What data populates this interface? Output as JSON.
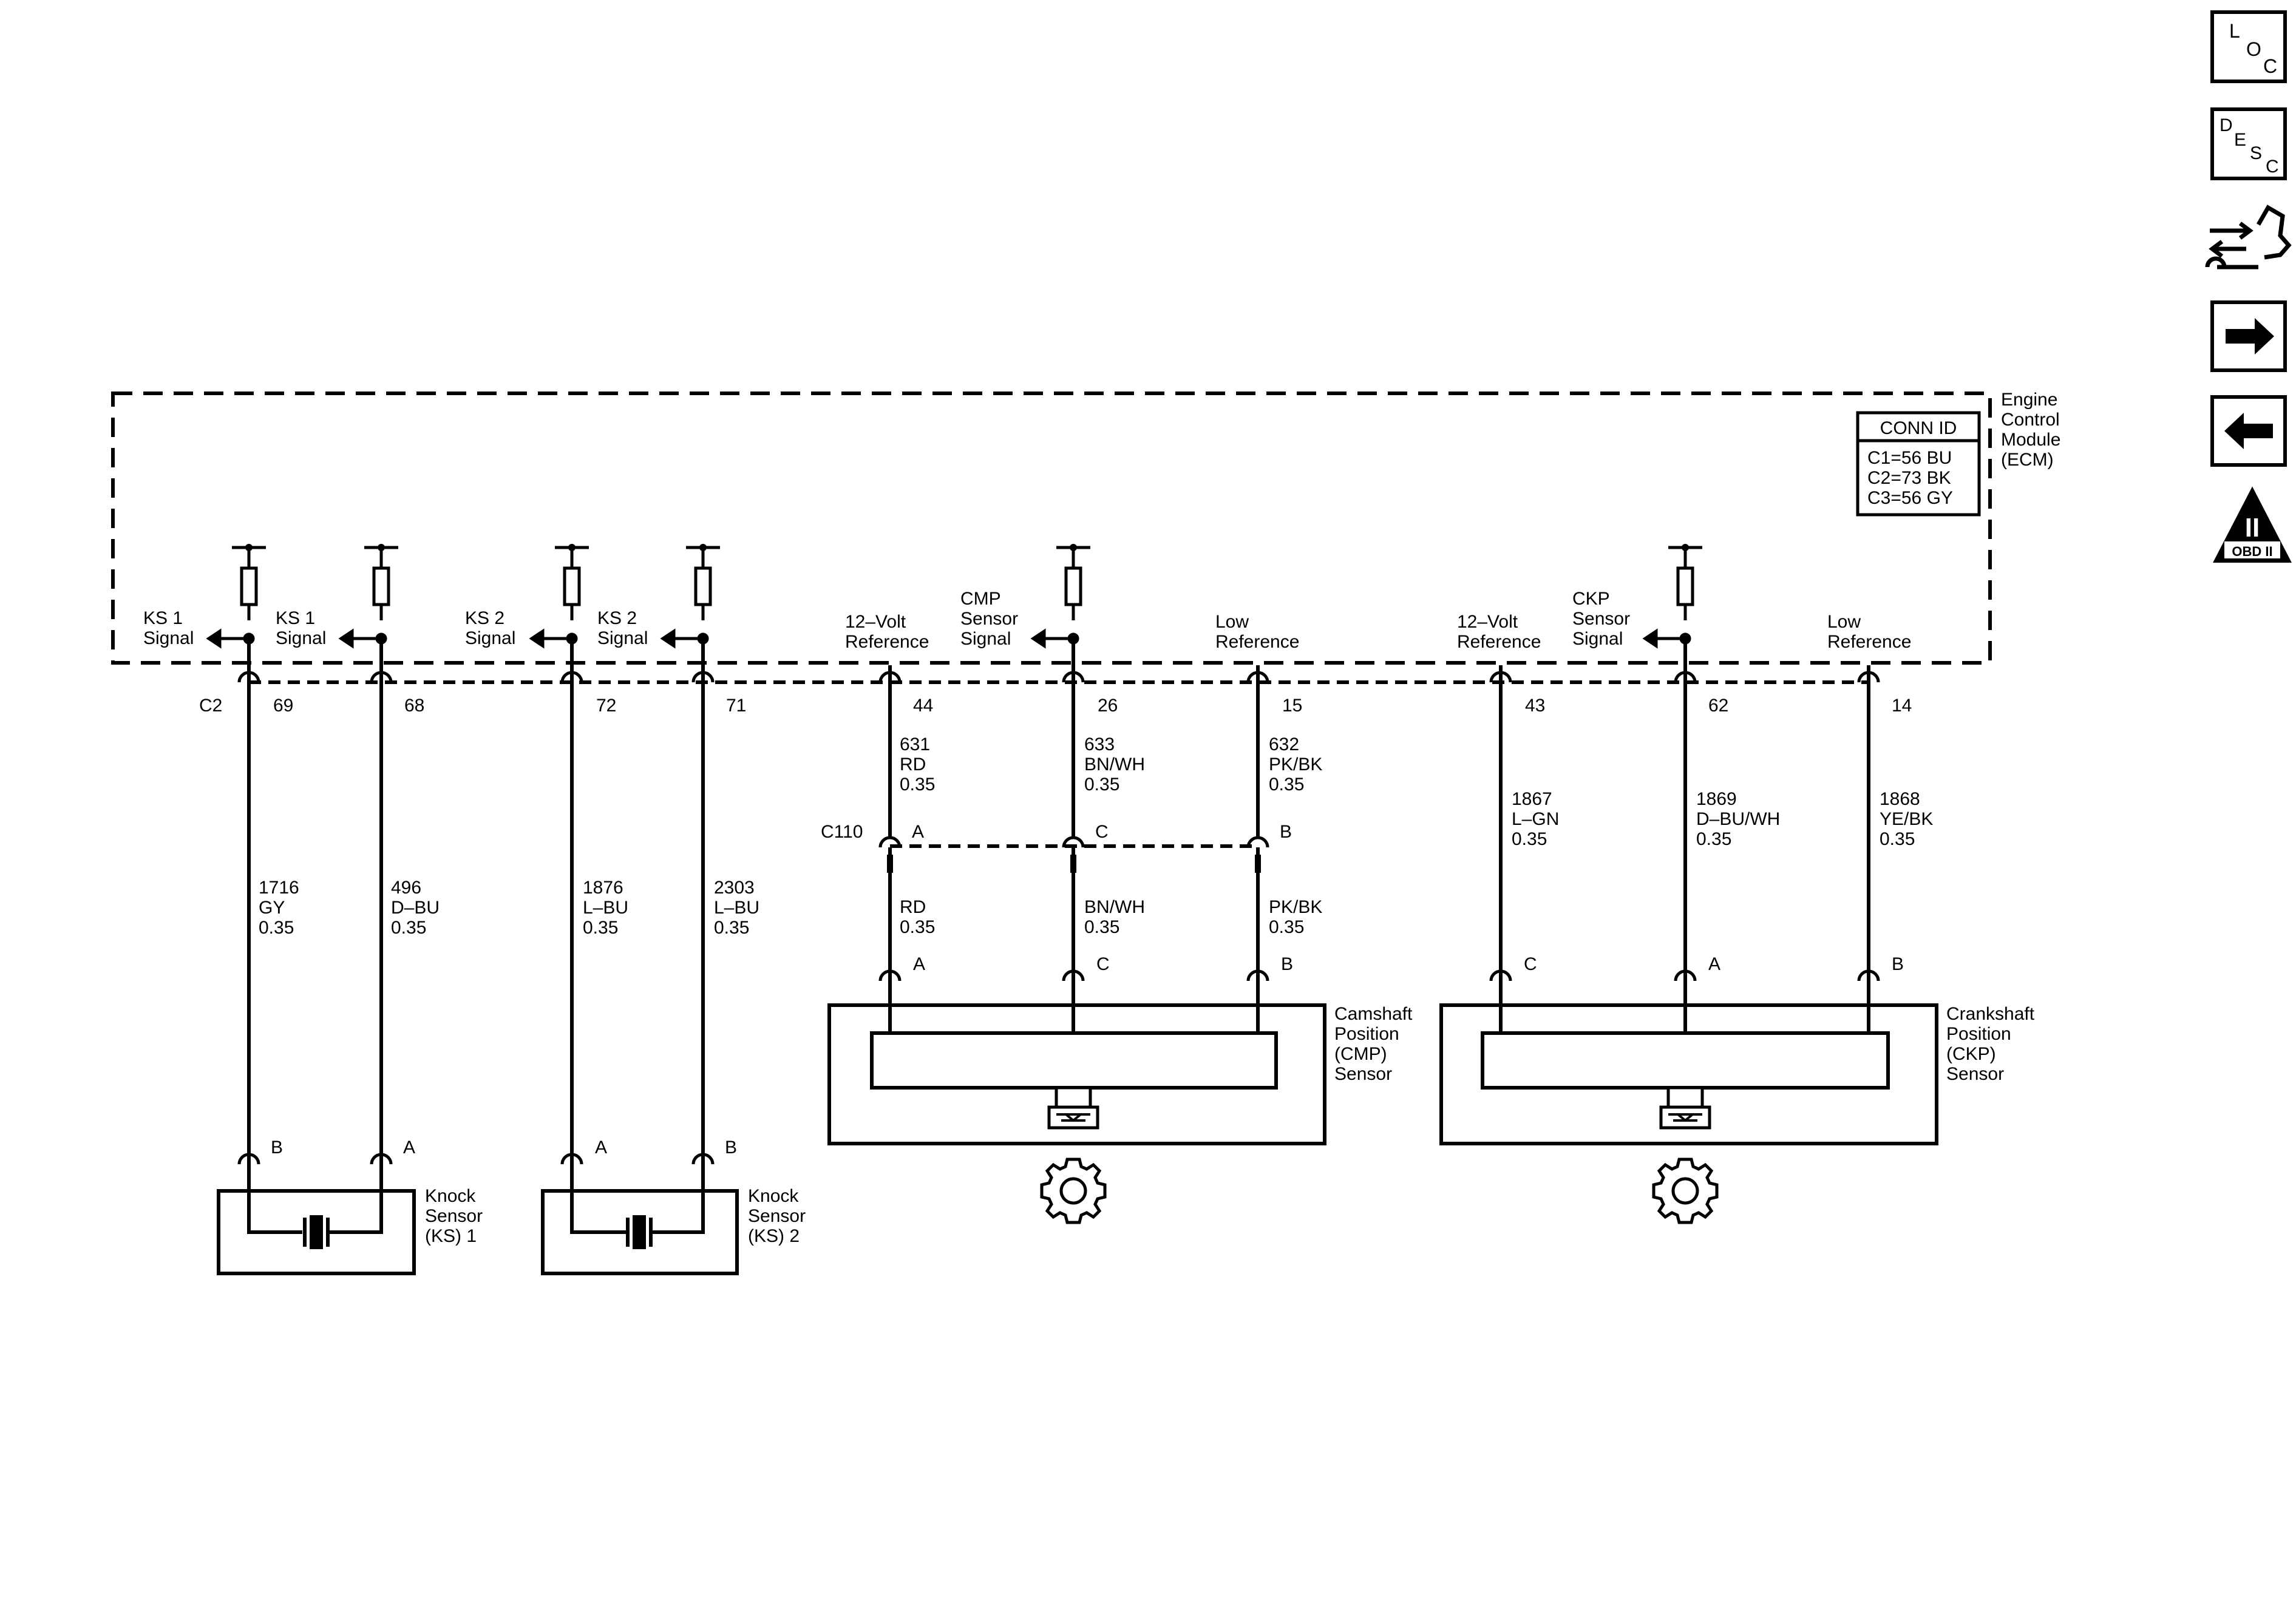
{
  "ecm": {
    "name_lines": [
      "Engine",
      "Control",
      "Module",
      "(ECM)"
    ],
    "conn_title": "CONN ID",
    "conn_rows": [
      "C1=56 BU",
      "C2=73 BK",
      "C3=56 GY"
    ],
    "connector_id": "C2"
  },
  "signals": {
    "ks1a": [
      "KS 1",
      "Signal"
    ],
    "ks1b": [
      "KS 1",
      "Signal"
    ],
    "ks2a": [
      "KS 2",
      "Signal"
    ],
    "ks2b": [
      "KS 2",
      "Signal"
    ],
    "cmp_ref": [
      "12–Volt",
      "Reference"
    ],
    "cmp_sig": [
      "CMP",
      "Sensor",
      "Signal"
    ],
    "cmp_low": [
      "Low",
      "Reference"
    ],
    "ckp_ref": [
      "12–Volt",
      "Reference"
    ],
    "ckp_sig": [
      "CKP",
      "Sensor",
      "Signal"
    ],
    "ckp_low": [
      "Low",
      "Reference"
    ]
  },
  "ecm_pins": [
    "69",
    "68",
    "72",
    "71",
    "44",
    "26",
    "15",
    "43",
    "62",
    "14"
  ],
  "wires": {
    "w69": [
      "1716",
      "GY",
      "0.35"
    ],
    "w68": [
      "496",
      "D–BU",
      "0.35"
    ],
    "w72": [
      "1876",
      "L–BU",
      "0.35"
    ],
    "w71": [
      "2303",
      "L–BU",
      "0.35"
    ],
    "w44": [
      "631",
      "RD",
      "0.35"
    ],
    "w26": [
      "633",
      "BN/WH",
      "0.35"
    ],
    "w15": [
      "632",
      "PK/BK",
      "0.35"
    ],
    "w43": [
      "1867",
      "L–GN",
      "0.35"
    ],
    "w62": [
      "1869",
      "D–BU/WH",
      "0.35"
    ],
    "w14": [
      "1868",
      "YE/BK",
      "0.35"
    ],
    "l44": [
      "RD",
      "0.35"
    ],
    "l26": [
      "BN/WH",
      "0.35"
    ],
    "l15": [
      "PK/BK",
      "0.35"
    ]
  },
  "c110": {
    "id": "C110",
    "pins": [
      "A",
      "C",
      "B"
    ]
  },
  "cmp_pins": [
    "A",
    "C",
    "B"
  ],
  "ckp_pins": [
    "C",
    "A",
    "B"
  ],
  "ks_pins": [
    "B",
    "A",
    "A",
    "B"
  ],
  "components": {
    "cmp": [
      "Camshaft",
      "Position",
      "(CMP)",
      "Sensor"
    ],
    "ckp": [
      "Crankshaft",
      "Position",
      "(CKP)",
      "Sensor"
    ],
    "ks1": [
      "Knock",
      "Sensor",
      "(KS) 1"
    ],
    "ks2": [
      "Knock",
      "Sensor",
      "(KS) 2"
    ]
  },
  "side_buttons": {
    "loc": [
      "L",
      "O",
      "C"
    ],
    "desc": [
      "D",
      "E",
      "S",
      "C"
    ],
    "obd": [
      "II",
      "OBD II"
    ]
  }
}
